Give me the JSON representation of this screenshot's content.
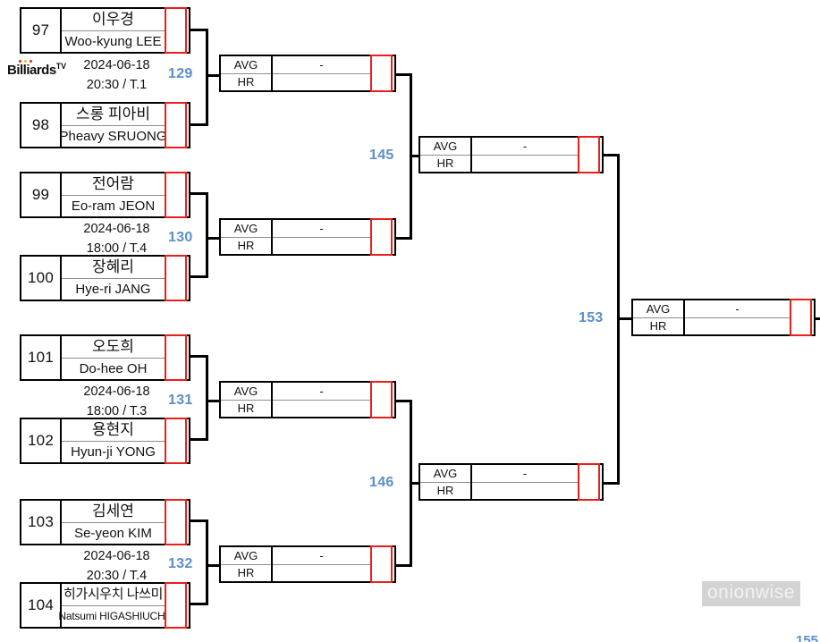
{
  "logo": {
    "text": "Billiards",
    "superscript": "TV",
    "dot_colors": [
      "#e8201a",
      "#f2c200",
      "#e8201a"
    ]
  },
  "watermark": {
    "text": "onionwise"
  },
  "corner": {
    "text": "155"
  },
  "labels": {
    "avg": "AVG",
    "hr": "HR",
    "empty_value": "-"
  },
  "colors": {
    "box_border": "#000000",
    "score_border": "#e8201a",
    "match_number": "#5b8fc9",
    "divider": "#8e8e8e"
  },
  "round1": [
    {
      "match_no": "129",
      "schedule": {
        "date": "2024-06-18",
        "time_table": "20:30 / T.1"
      },
      "players": [
        {
          "seed": "97",
          "name_kr": "이우경",
          "name_en": "Woo-kyung LEE",
          "score": ""
        },
        {
          "seed": "98",
          "name_kr": "스롱 피아비",
          "name_en": "Pheavy SRUONG",
          "score": ""
        }
      ],
      "result": {
        "avg": "-",
        "hr": "",
        "score": ""
      }
    },
    {
      "match_no": "130",
      "schedule": {
        "date": "2024-06-18",
        "time_table": "18:00 / T.4"
      },
      "players": [
        {
          "seed": "99",
          "name_kr": "전어람",
          "name_en": "Eo-ram JEON",
          "score": ""
        },
        {
          "seed": "100",
          "name_kr": "장혜리",
          "name_en": "Hye-ri JANG",
          "score": ""
        }
      ],
      "result": {
        "avg": "-",
        "hr": "",
        "score": ""
      }
    },
    {
      "match_no": "131",
      "schedule": {
        "date": "2024-06-18",
        "time_table": "18:00 / T.3"
      },
      "players": [
        {
          "seed": "101",
          "name_kr": "오도희",
          "name_en": "Do-hee OH",
          "score": ""
        },
        {
          "seed": "102",
          "name_kr": "용현지",
          "name_en": "Hyun-ji YONG",
          "score": ""
        }
      ],
      "result": {
        "avg": "-",
        "hr": "",
        "score": ""
      }
    },
    {
      "match_no": "132",
      "schedule": {
        "date": "2024-06-18",
        "time_table": "20:30 / T.4"
      },
      "players": [
        {
          "seed": "103",
          "name_kr": "김세연",
          "name_en": "Se-yeon KIM",
          "score": ""
        },
        {
          "seed": "104",
          "name_kr": "히가시우치 나쓰미",
          "name_en": "Natsumi HIGASHIUCHI",
          "score": ""
        }
      ],
      "result": {
        "avg": "-",
        "hr": "",
        "score": ""
      }
    }
  ],
  "round2": [
    {
      "match_no": "145",
      "result": {
        "avg": "-",
        "hr": "",
        "score": ""
      }
    },
    {
      "match_no": "146",
      "result": {
        "avg": "-",
        "hr": "",
        "score": ""
      }
    }
  ],
  "round3": [
    {
      "match_no": "153",
      "result": {
        "avg": "-",
        "hr": "",
        "score": ""
      }
    }
  ]
}
